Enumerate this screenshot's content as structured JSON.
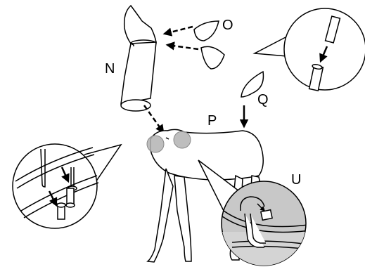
{
  "labels": {
    "n": "N",
    "o": "O",
    "p": "P",
    "q": "Q",
    "u": "U"
  },
  "colors": {
    "line": "#000000",
    "background": "#ffffff",
    "joint_highlight": "#b3b3b3",
    "detail_circle_fill": "#c8c8c8"
  },
  "icons": {
    "arrow": "arrow-icon"
  }
}
